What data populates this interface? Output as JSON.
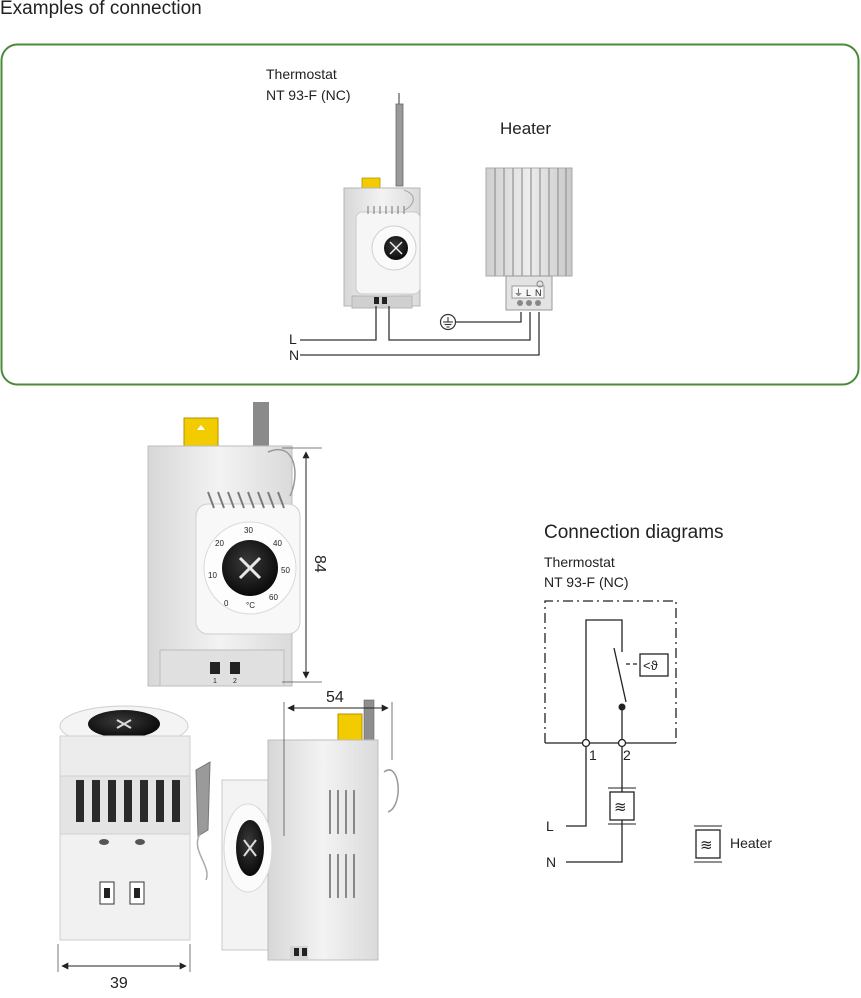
{
  "page_title": "Examples of connection",
  "connection_example": {
    "thermostat_line1": "Thermostat",
    "thermostat_line2": "NT 93-F (NC)",
    "heater_label": "Heater",
    "wire_l": "L",
    "wire_n": "N",
    "heater_terminals": [
      "⏚",
      "L",
      "N"
    ]
  },
  "dimensions": {
    "height": "84",
    "width_side": "54",
    "width_front": "39"
  },
  "dial": {
    "scale": [
      "0",
      "10",
      "20",
      "30",
      "40",
      "50",
      "60"
    ],
    "unit": "°C",
    "terminals": [
      "1",
      "2"
    ]
  },
  "diagram": {
    "title": "Connection diagrams",
    "thermostat_line1": "Thermostat",
    "thermostat_line2": "NT 93-F (NC)",
    "terminal_1": "1",
    "terminal_2": "2",
    "sensor_symbol": "<ϑ",
    "wire_l": "L",
    "wire_n": "N",
    "heater_legend": "Heater",
    "heater_symbol": "≋"
  },
  "colors": {
    "border_green": "#4a8a3a",
    "yellow_clip": "#f2cc00",
    "device_white": "#ececec",
    "dial_black": "#111111"
  }
}
